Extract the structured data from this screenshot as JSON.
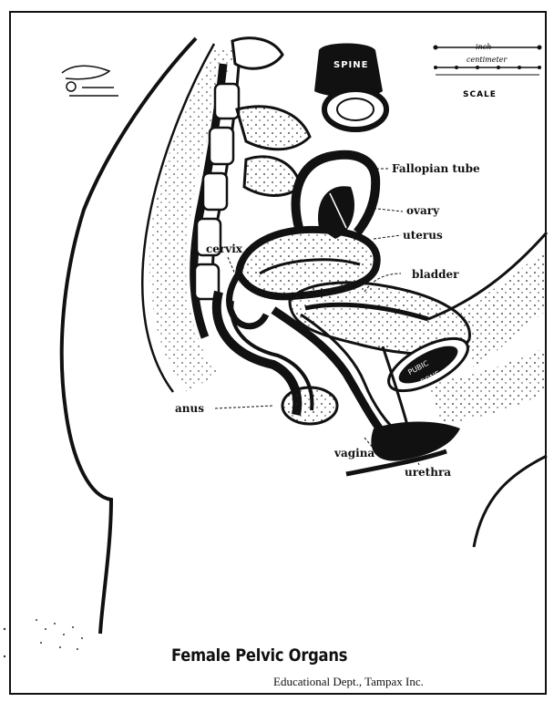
{
  "title": "Female Pelvic Organs",
  "credit": "Educational Dept., Tampax Inc.",
  "labels": {
    "fallopian_tube": "Fallopian tube",
    "ovary": "ovary",
    "uterus": "uterus",
    "cervix": "cervix",
    "bladder": "bladder",
    "anus": "anus",
    "vagina": "vagina",
    "urethra": "urethra"
  },
  "bones": {
    "spine": "SPINE",
    "pubic_line1": "PUBIC",
    "pubic_line2": "BONE"
  },
  "scale": {
    "word": "SCALE",
    "inch": "inch",
    "centimeter": "centimeter"
  },
  "colors": {
    "ink": "#111111",
    "paper": "#ffffff"
  }
}
